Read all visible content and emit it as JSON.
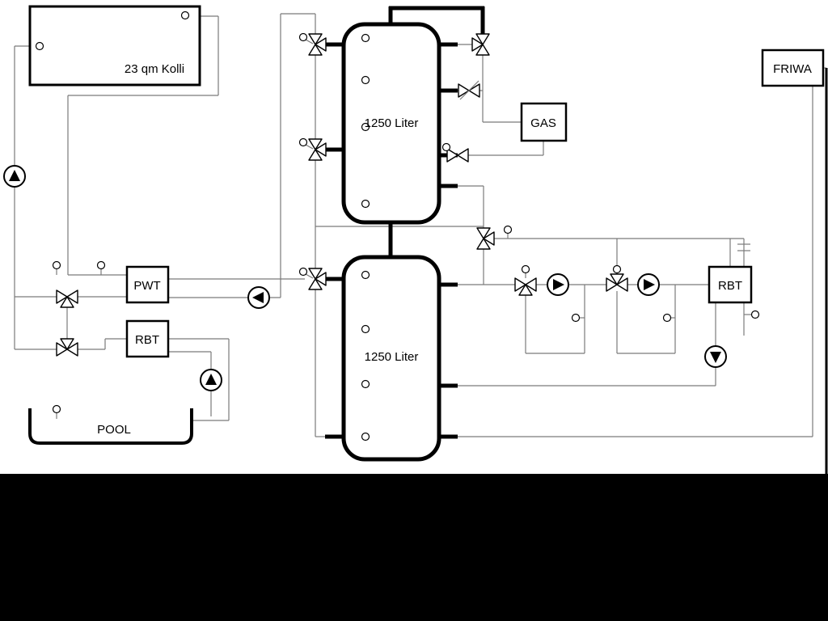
{
  "diagram": {
    "boxes": {
      "collector": {
        "label": "23 qm Kolli"
      },
      "gas": {
        "label": "GAS"
      },
      "friwa": {
        "label": "FRIWA"
      },
      "pwt": {
        "label": "PWT"
      },
      "rbt_left": {
        "label": "RBT"
      },
      "rbt_right": {
        "label": "RBT"
      },
      "pool": {
        "label": "POOL"
      }
    },
    "tanks": {
      "top": {
        "label": "1250 Liter"
      },
      "bottom": {
        "label": "1250 Liter"
      }
    },
    "icons": {
      "valve": "bowtie-valve-icon",
      "three_way_valve": "three-way-valve-icon",
      "pump": "pump-icon",
      "sensor": "sensor-icon"
    },
    "colors": {
      "background": "#ffffff",
      "pipe": "#7a7a7a",
      "component": "#000000",
      "bottom_bar": "#000000"
    }
  }
}
